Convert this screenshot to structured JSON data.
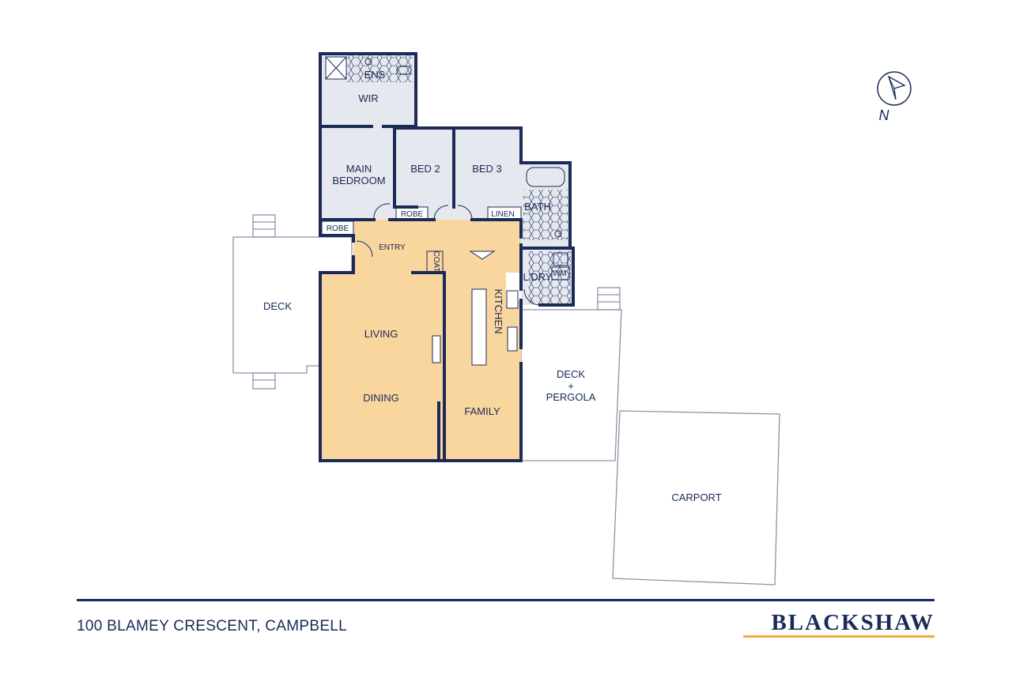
{
  "rooms": {
    "ens": "ENS",
    "wir": "WIR",
    "main_bedroom_1": "MAIN",
    "main_bedroom_2": "BEDROOM",
    "bed2": "BED 2",
    "bed3": "BED 3",
    "robe_bed2": "ROBE",
    "robe_main": "ROBE",
    "linen": "LINEN",
    "bath": "BATH",
    "entry": "ENTRY",
    "coat": "COAT",
    "kitchen": "KITCHEN",
    "ldry": "L'DRY",
    "wm": "WM",
    "deck_west": "DECK",
    "living": "LIVING",
    "dining": "DINING",
    "family": "FAMILY",
    "deck_pergola_1": "DECK",
    "deck_pergola_2": "+",
    "deck_pergola_3": "PERGOLA",
    "carport": "CARPORT"
  },
  "compass": {
    "label": "N"
  },
  "footer": {
    "address": "100 BLAMEY CRESCENT, CAMPBELL",
    "brand": "BLACKSHAW"
  },
  "colors": {
    "wall": "#1b2a58",
    "room_fill": "#e5e8ee",
    "living_fill": "#f9d69e",
    "outline": "#8d93a8",
    "accent": "#f2a83b"
  }
}
